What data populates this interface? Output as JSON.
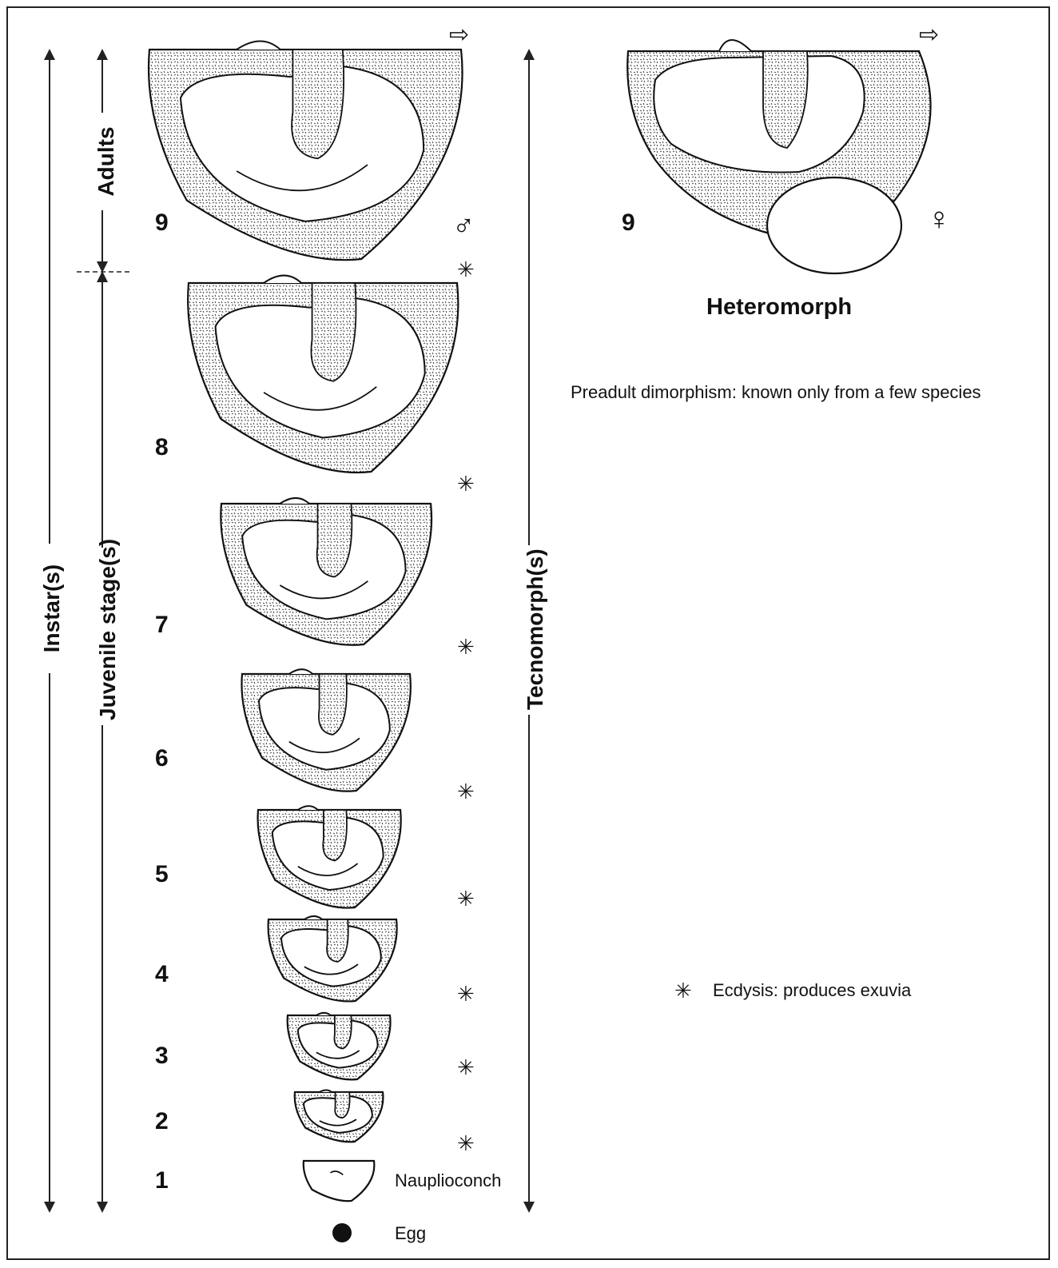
{
  "labels": {
    "instars": "Instar(s)",
    "juvenile": "Juvenile stage(s)",
    "adults": "Adults",
    "tecnomorph": "Tecnomorph(s)",
    "heteromorph": "Heteromorph",
    "preadult_note": "Preadult dimorphism: known only from a few species",
    "ecdysis_symbol": "✳",
    "ecdysis_note": "Ecdysis: produces exuvia",
    "nauplioconch": "Nauplioconch",
    "egg": "Egg",
    "male_symbol": "♂",
    "female_symbol": "♀",
    "anterior_arrow": "⇨"
  },
  "stages": [
    {
      "number": "1"
    },
    {
      "number": "2"
    },
    {
      "number": "3"
    },
    {
      "number": "4"
    },
    {
      "number": "5"
    },
    {
      "number": "6"
    },
    {
      "number": "7"
    },
    {
      "number": "8"
    },
    {
      "number": "9"
    }
  ],
  "female_stage": {
    "number": "9"
  }
}
